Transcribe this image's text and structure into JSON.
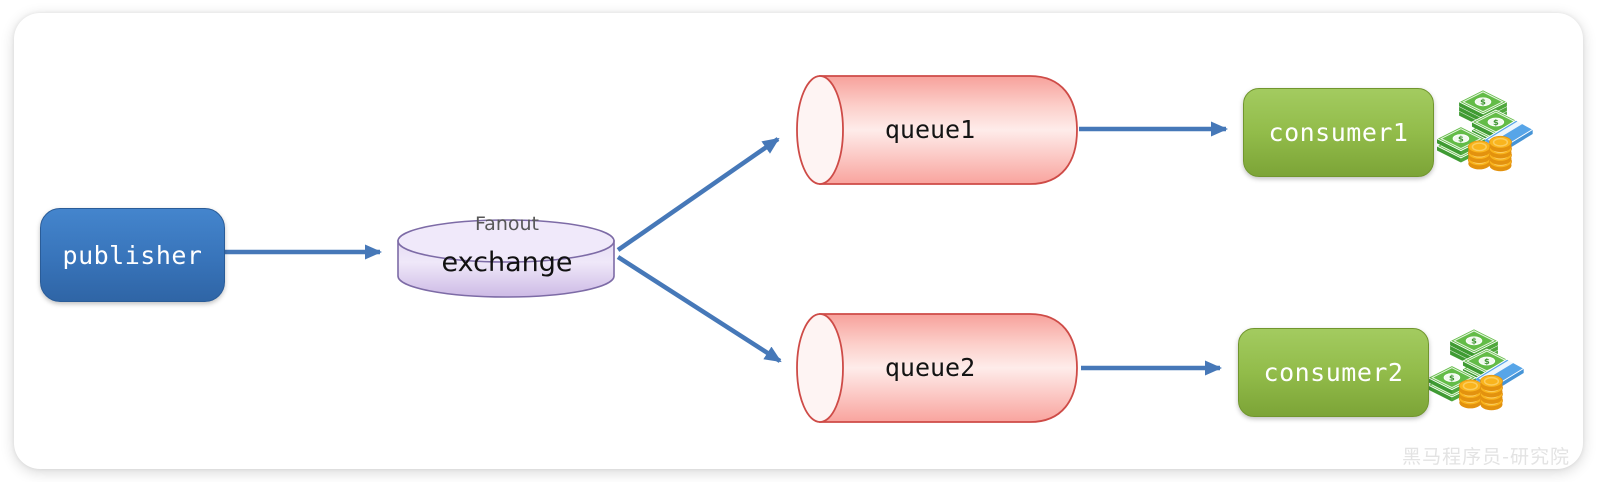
{
  "watermark": "黑马程序员-研究院",
  "nodes": {
    "publisher": {
      "label": "publisher"
    },
    "exchange": {
      "type": "Fanout",
      "label": "exchange"
    },
    "queue1": {
      "label": "queue1"
    },
    "queue2": {
      "label": "queue2"
    },
    "consumer1": {
      "label": "consumer1"
    },
    "consumer2": {
      "label": "consumer2"
    }
  },
  "icons": {
    "money_icon_name": "money-banknotes-coins-card-icon",
    "currency_symbol": "$"
  },
  "colors": {
    "publisher_fill": "#3B7AC2",
    "consumer_fill": "#93BD4C",
    "queue_fill": "#FBA8A2",
    "queue_stroke": "#CE4B47",
    "exchange_fill": "#DCCEEF",
    "exchange_stroke": "#7D6BA6",
    "arrow": "#4678B8",
    "banknote_green": "#63BC47",
    "coin_gold": "#F9B41D",
    "bankcard_blue": "#57A5E8"
  }
}
